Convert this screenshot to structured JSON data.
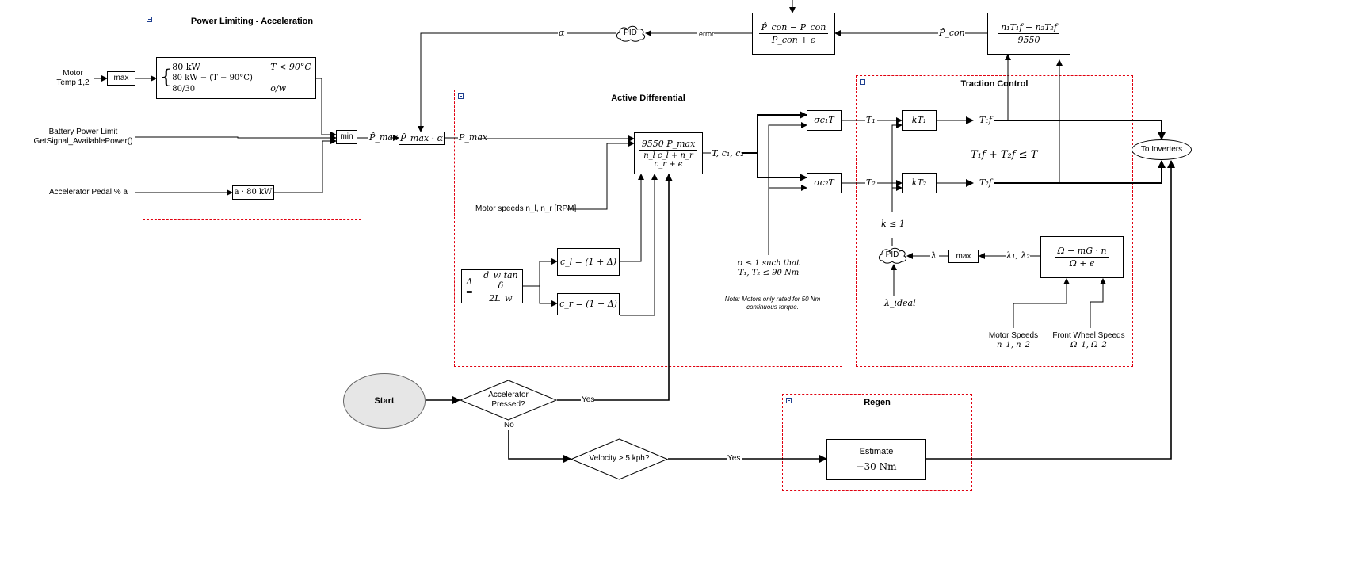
{
  "groups": {
    "power_limiting": "Power Limiting - Acceleration",
    "active_differential": "Active Differential",
    "traction_control": "Traction Control",
    "regen": "Regen"
  },
  "inputs": {
    "motor_temp_line1": "Motor",
    "motor_temp_line2": "Temp 1,2",
    "battery_line1": "Battery Power Limit",
    "battery_line2": "GetSignal_AvailablePower()",
    "accelerator": "Accelerator Pedal % a",
    "motor_speeds": "Motor speeds n_l, n_r [RPM]",
    "motor_speeds_tc_line1": "Motor Speeds",
    "motor_speeds_tc_line2": "n_1, n_2",
    "front_wheel_line1": "Front Wheel Speeds",
    "front_wheel_line2": "Ω_1, Ω_2"
  },
  "blocks": {
    "max_temp": "max",
    "temp_case_1_value": "80 kW",
    "temp_case_1_cond": "T < 90°C",
    "temp_case_2_value": "80 kW − (T − 90°C) 80/30",
    "temp_case_2_cond": "o/w",
    "min": "min",
    "accel_scale": "a · 80 kW",
    "p_max_hat": "P̂_max",
    "p_max_alpha": "P̂_max · α",
    "p_max": "P_max",
    "alpha": "α",
    "pid_top": "PID",
    "error": "error",
    "error_frac_num": "P̂_con − P_con",
    "error_frac_den": "P_con + ϵ",
    "p_con_hat": "P̂_con",
    "pcon_frac_num": "n₁T₁f + n₂T₂f",
    "pcon_frac_den": "9550",
    "torque_frac_num": "9550 P_max",
    "torque_frac_den": "n_l c_l + n_r c_r + ϵ",
    "torque_out": "T, c₁, c₂",
    "delta_lhs": "Δ =",
    "delta_num": "d_w tan δ",
    "delta_den": "2L_w",
    "cl": "c_l = (1 + Δ)",
    "cr": "c_r = (1 − Δ)",
    "sigma1": "σc₁T",
    "sigma2": "σc₂T",
    "sigma_note_line1": "σ ≤ 1 such that",
    "sigma_note_line2": "T₁, T₂ ≤ 90 Nm",
    "motor_note_line1": "Note: Motors only rated for 50 Nm",
    "motor_note_line2": "continuous torque.",
    "t1": "T₁",
    "t2": "T₂",
    "kt1": "kT₁",
    "kt2": "kT₂",
    "t1f": "T₁f",
    "t2f": "T₂f",
    "constraint": "T₁f + T₂f ≤ T",
    "k_le_1": "k ≤ 1",
    "pid_tc": "PID",
    "lambda": "λ",
    "max_tc": "max",
    "lambda12": "λ₁, λ₂",
    "slip_num": "Ω − mG · n",
    "slip_den": "Ω + ϵ",
    "lambda_ideal": "λ_ideal",
    "to_inverters": "To Inverters"
  },
  "flow": {
    "start": "Start",
    "accel_q_line1": "Accelerator",
    "accel_q_line2": "Pressed?",
    "yes": "Yes",
    "no": "No",
    "velocity_q": "Velocity > 5 kph?",
    "yes2": "Yes",
    "estimate": "Estimate",
    "regen_torque": "−30 Nm"
  },
  "colors": {
    "group_border": "#e0000f",
    "collapse_icon": "#1f3f8f",
    "start_fill": "#e6e6e6"
  }
}
